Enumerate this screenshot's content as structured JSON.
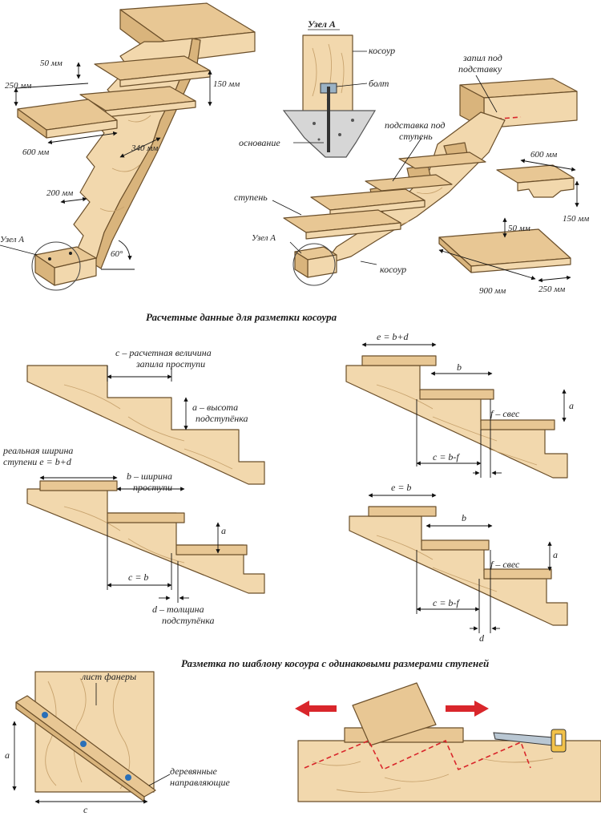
{
  "top_left": {
    "d50": "50 мм",
    "d150": "150 мм",
    "d250": "250 мм",
    "d600": "600 мм",
    "d340": "340 мм",
    "d200": "200 мм",
    "angle": "60°",
    "node": "Узел А"
  },
  "node_detail": {
    "title": "Узел А",
    "kosour": "косоур",
    "bolt": "болт",
    "base": "основание"
  },
  "top_right": {
    "zapil_line1": "запил под",
    "zapil_line2": "подставку",
    "podstavka_line1": "подставка под",
    "podstavka_line2": "ступень",
    "d600": "600 мм",
    "d150": "150 мм",
    "stupen": "ступень",
    "node": "Узел А",
    "d50": "50 мм",
    "kosour": "косоур",
    "d900": "900 мм",
    "d250": "250 мм"
  },
  "section1_title": "Расчетные данные для разметки косоура",
  "mid_left_top": {
    "c_line1": "c – расчетная величина",
    "c_line2": "запила проступи",
    "a_line1": "a – высота",
    "a_line2": "подступёнка"
  },
  "mid_left_bottom": {
    "real_line1": "реальная ширина",
    "real_line2": "ступени   e = b+d",
    "b_line1": "b – ширина",
    "b_line2": "проступи",
    "a": "a",
    "c_eq": "c = b",
    "d_line1": "d – толщина",
    "d_line2": "подступёнка"
  },
  "mid_right_top": {
    "e_eq": "e = b+d",
    "b": "b",
    "a": "a",
    "f": "f – свес",
    "c_eq": "c = b-f"
  },
  "mid_right_bottom": {
    "e_eq": "e = b",
    "b": "b",
    "a": "a",
    "f": "f – свес",
    "c_eq": "c = b-f",
    "d": "d"
  },
  "section2_title": "Разметка по шаблону косоура с одинаковыми размерами ступеней",
  "bottom": {
    "plywood": "лист фанеры",
    "guides_line1": "деревянные",
    "guides_line2": "направляющие",
    "a": "a",
    "c": "c"
  }
}
